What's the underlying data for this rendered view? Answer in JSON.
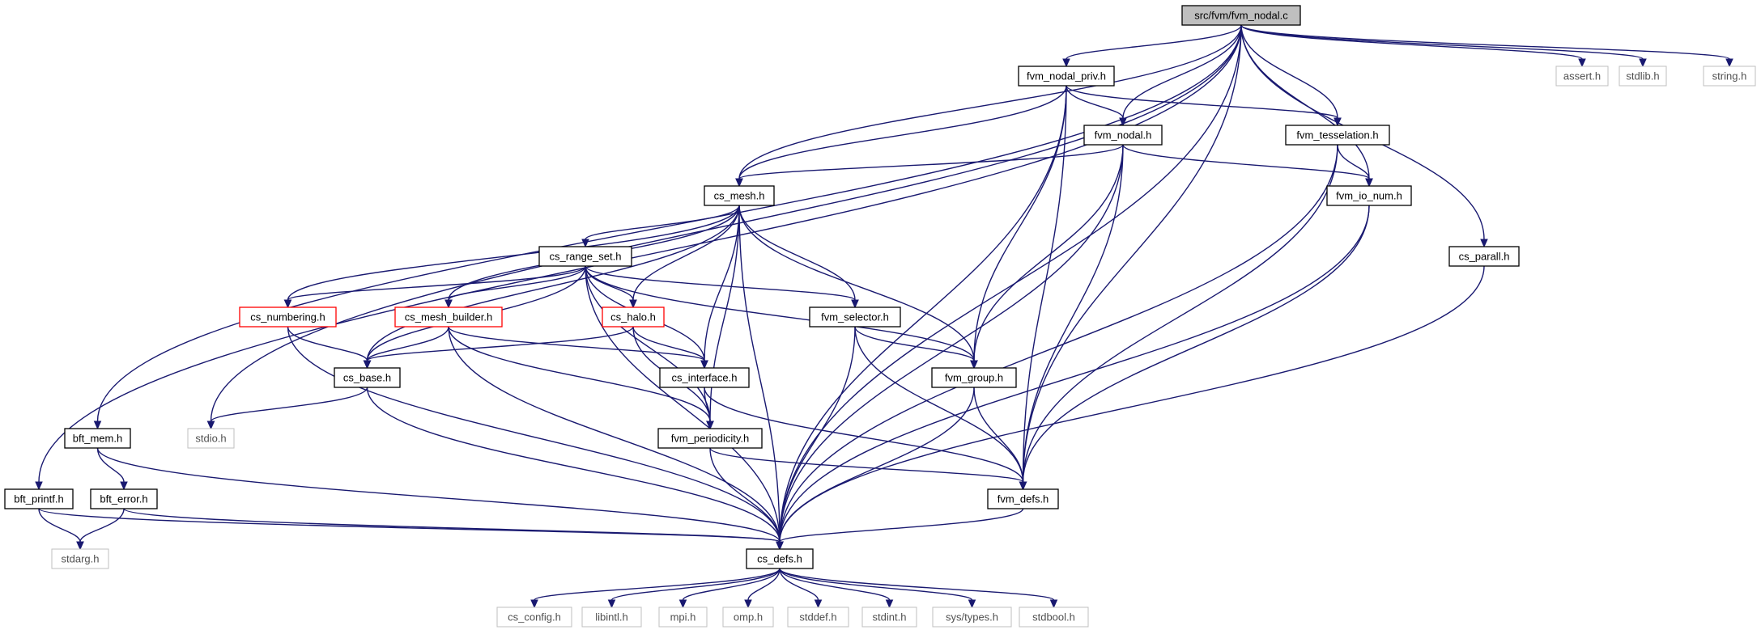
{
  "graph": {
    "root": "n0",
    "colors": {
      "edge": "#191970",
      "node_border": "#000000",
      "root_fill": "#bfbfbf",
      "external_border": "#bfbfbf",
      "red_border": "#ff0000",
      "node_fill": "#ffffff",
      "label": "#000000",
      "external_label": "#505050"
    },
    "nodes": [
      {
        "id": "n0",
        "label": "src/fvm/fvm_nodal.c",
        "kind": "root"
      },
      {
        "id": "n1",
        "label": "fvm_nodal_priv.h",
        "kind": "normal"
      },
      {
        "id": "n2",
        "label": "assert.h",
        "kind": "external"
      },
      {
        "id": "n3",
        "label": "stdlib.h",
        "kind": "external"
      },
      {
        "id": "n4",
        "label": "string.h",
        "kind": "external"
      },
      {
        "id": "n5",
        "label": "fvm_nodal.h",
        "kind": "normal"
      },
      {
        "id": "n6",
        "label": "fvm_tesselation.h",
        "kind": "normal"
      },
      {
        "id": "n7",
        "label": "cs_mesh.h",
        "kind": "normal"
      },
      {
        "id": "n8",
        "label": "fvm_io_num.h",
        "kind": "normal"
      },
      {
        "id": "n9",
        "label": "cs_range_set.h",
        "kind": "normal"
      },
      {
        "id": "n10",
        "label": "cs_parall.h",
        "kind": "normal"
      },
      {
        "id": "n11",
        "label": "cs_numbering.h",
        "kind": "red"
      },
      {
        "id": "n12",
        "label": "cs_mesh_builder.h",
        "kind": "red"
      },
      {
        "id": "n13",
        "label": "cs_halo.h",
        "kind": "red"
      },
      {
        "id": "n14",
        "label": "fvm_selector.h",
        "kind": "normal"
      },
      {
        "id": "n15",
        "label": "cs_base.h",
        "kind": "normal"
      },
      {
        "id": "n16",
        "label": "cs_interface.h",
        "kind": "normal"
      },
      {
        "id": "n17",
        "label": "fvm_group.h",
        "kind": "normal"
      },
      {
        "id": "n18",
        "label": "bft_mem.h",
        "kind": "normal"
      },
      {
        "id": "n19",
        "label": "stdio.h",
        "kind": "external"
      },
      {
        "id": "n20",
        "label": "fvm_periodicity.h",
        "kind": "normal"
      },
      {
        "id": "n21",
        "label": "bft_printf.h",
        "kind": "normal"
      },
      {
        "id": "n22",
        "label": "bft_error.h",
        "kind": "normal"
      },
      {
        "id": "n23",
        "label": "fvm_defs.h",
        "kind": "normal"
      },
      {
        "id": "n24",
        "label": "stdarg.h",
        "kind": "external"
      },
      {
        "id": "n25",
        "label": "cs_defs.h",
        "kind": "normal"
      },
      {
        "id": "n26",
        "label": "cs_config.h",
        "kind": "external"
      },
      {
        "id": "n27",
        "label": "libintl.h",
        "kind": "external"
      },
      {
        "id": "n28",
        "label": "mpi.h",
        "kind": "external"
      },
      {
        "id": "n29",
        "label": "omp.h",
        "kind": "external"
      },
      {
        "id": "n30",
        "label": "stddef.h",
        "kind": "external"
      },
      {
        "id": "n31",
        "label": "stdint.h",
        "kind": "external"
      },
      {
        "id": "n32",
        "label": "sys/types.h",
        "kind": "external"
      },
      {
        "id": "n33",
        "label": "stdbool.h",
        "kind": "external"
      }
    ],
    "edges": [
      [
        "n0",
        "n1"
      ],
      [
        "n0",
        "n2"
      ],
      [
        "n0",
        "n3"
      ],
      [
        "n0",
        "n4"
      ],
      [
        "n0",
        "n5"
      ],
      [
        "n0",
        "n6"
      ],
      [
        "n0",
        "n7"
      ],
      [
        "n0",
        "n8"
      ],
      [
        "n0",
        "n10"
      ],
      [
        "n0",
        "n18"
      ],
      [
        "n0",
        "n19"
      ],
      [
        "n0",
        "n21"
      ],
      [
        "n0",
        "n23"
      ],
      [
        "n0",
        "n25"
      ],
      [
        "n1",
        "n5"
      ],
      [
        "n1",
        "n6"
      ],
      [
        "n1",
        "n7"
      ],
      [
        "n1",
        "n17"
      ],
      [
        "n1",
        "n23"
      ],
      [
        "n1",
        "n25"
      ],
      [
        "n5",
        "n7"
      ],
      [
        "n5",
        "n8"
      ],
      [
        "n5",
        "n17"
      ],
      [
        "n5",
        "n23"
      ],
      [
        "n5",
        "n25"
      ],
      [
        "n6",
        "n8"
      ],
      [
        "n6",
        "n23"
      ],
      [
        "n6",
        "n25"
      ],
      [
        "n8",
        "n23"
      ],
      [
        "n8",
        "n25"
      ],
      [
        "n10",
        "n25"
      ],
      [
        "n7",
        "n9"
      ],
      [
        "n7",
        "n11"
      ],
      [
        "n7",
        "n12"
      ],
      [
        "n7",
        "n13"
      ],
      [
        "n7",
        "n14"
      ],
      [
        "n7",
        "n15"
      ],
      [
        "n7",
        "n16"
      ],
      [
        "n7",
        "n17"
      ],
      [
        "n7",
        "n20"
      ],
      [
        "n7",
        "n25"
      ],
      [
        "n9",
        "n11"
      ],
      [
        "n9",
        "n12"
      ],
      [
        "n9",
        "n13"
      ],
      [
        "n9",
        "n14"
      ],
      [
        "n9",
        "n15"
      ],
      [
        "n9",
        "n16"
      ],
      [
        "n9",
        "n17"
      ],
      [
        "n9",
        "n20"
      ],
      [
        "n9",
        "n25"
      ],
      [
        "n11",
        "n15"
      ],
      [
        "n11",
        "n25"
      ],
      [
        "n12",
        "n15"
      ],
      [
        "n12",
        "n16"
      ],
      [
        "n12",
        "n20"
      ],
      [
        "n12",
        "n25"
      ],
      [
        "n13",
        "n15"
      ],
      [
        "n13",
        "n16"
      ],
      [
        "n13",
        "n20"
      ],
      [
        "n14",
        "n17"
      ],
      [
        "n14",
        "n23"
      ],
      [
        "n14",
        "n25"
      ],
      [
        "n15",
        "n19"
      ],
      [
        "n15",
        "n25"
      ],
      [
        "n16",
        "n20"
      ],
      [
        "n16",
        "n23"
      ],
      [
        "n17",
        "n23"
      ],
      [
        "n17",
        "n25"
      ],
      [
        "n20",
        "n23"
      ],
      [
        "n20",
        "n25"
      ],
      [
        "n23",
        "n25"
      ],
      [
        "n18",
        "n22"
      ],
      [
        "n18",
        "n25"
      ],
      [
        "n21",
        "n24"
      ],
      [
        "n21",
        "n25"
      ],
      [
        "n22",
        "n24"
      ],
      [
        "n22",
        "n25"
      ],
      [
        "n25",
        "n26"
      ],
      [
        "n25",
        "n27"
      ],
      [
        "n25",
        "n28"
      ],
      [
        "n25",
        "n29"
      ],
      [
        "n25",
        "n30"
      ],
      [
        "n25",
        "n31"
      ],
      [
        "n25",
        "n32"
      ],
      [
        "n25",
        "n33"
      ]
    ]
  }
}
